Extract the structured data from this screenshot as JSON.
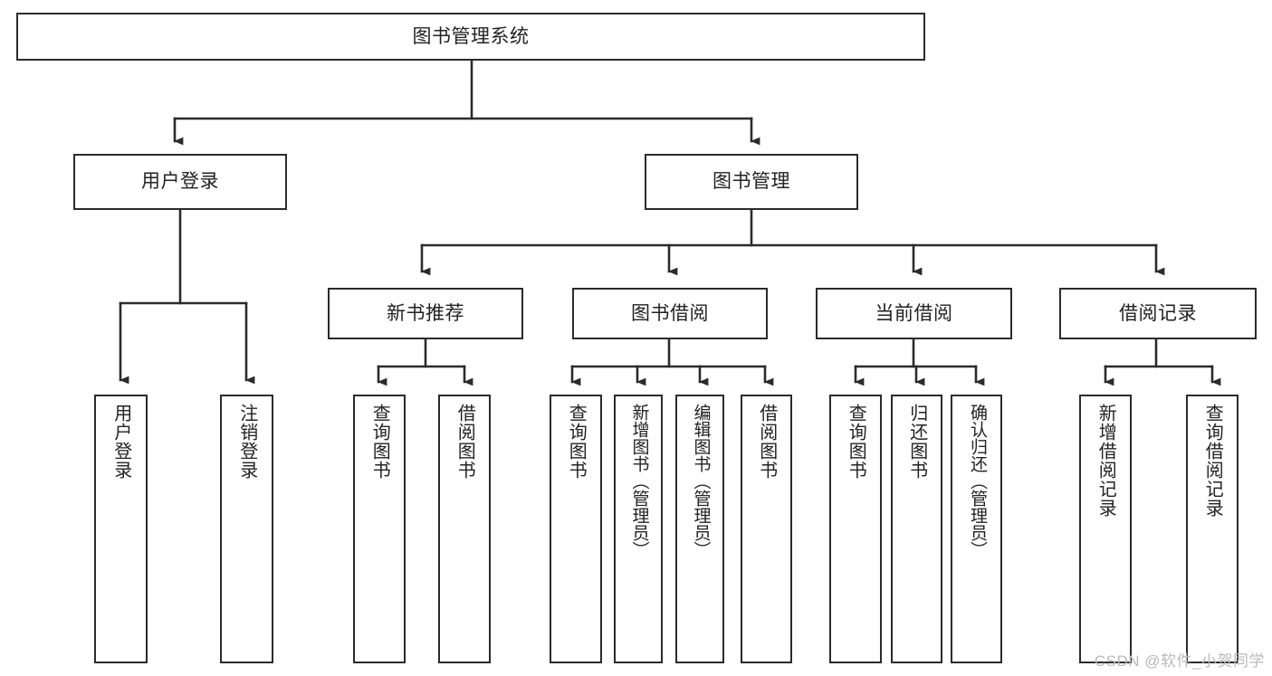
{
  "diagram": {
    "title": "图书管理系统",
    "type": "tree-hierarchy",
    "background_color": "#ffffff",
    "line_color": "#2b2b2b",
    "box_border_color": "#2b2b2b",
    "text_color": "#222222",
    "root": {
      "label": "图书管理系统",
      "orientation": "horizontal"
    },
    "level2": [
      {
        "label": "用户登录",
        "orientation": "horizontal"
      },
      {
        "label": "图书管理",
        "orientation": "horizontal"
      }
    ],
    "level3": [
      {
        "label": "新书推荐",
        "orientation": "horizontal"
      },
      {
        "label": "图书借阅",
        "orientation": "horizontal"
      },
      {
        "label": "当前借阅",
        "orientation": "horizontal"
      },
      {
        "label": "借阅记录",
        "orientation": "horizontal"
      }
    ],
    "leaves": {
      "user_login": [
        {
          "label": "用户登录",
          "orientation": "vertical"
        },
        {
          "label": "注销登录",
          "orientation": "vertical"
        }
      ],
      "new_book_recommend": [
        {
          "label": "查询图书",
          "orientation": "vertical"
        },
        {
          "label": "借阅图书",
          "orientation": "vertical"
        }
      ],
      "book_borrow": [
        {
          "label": "查询图书",
          "orientation": "vertical"
        },
        {
          "label": "新增图书（管理员）",
          "orientation": "vertical"
        },
        {
          "label": "编辑图书（管理员）",
          "orientation": "vertical"
        },
        {
          "label": "借阅图书",
          "orientation": "vertical"
        }
      ],
      "current_borrow": [
        {
          "label": "查询图书",
          "orientation": "vertical"
        },
        {
          "label": "归还图书",
          "orientation": "vertical"
        },
        {
          "label": "确认归还（管理员）",
          "orientation": "vertical"
        }
      ],
      "borrow_record": [
        {
          "label": "新增借阅记录",
          "orientation": "vertical"
        },
        {
          "label": "查询借阅记录",
          "orientation": "vertical"
        }
      ]
    }
  },
  "watermark": {
    "text": "CSDN @软件_小贺同学"
  }
}
